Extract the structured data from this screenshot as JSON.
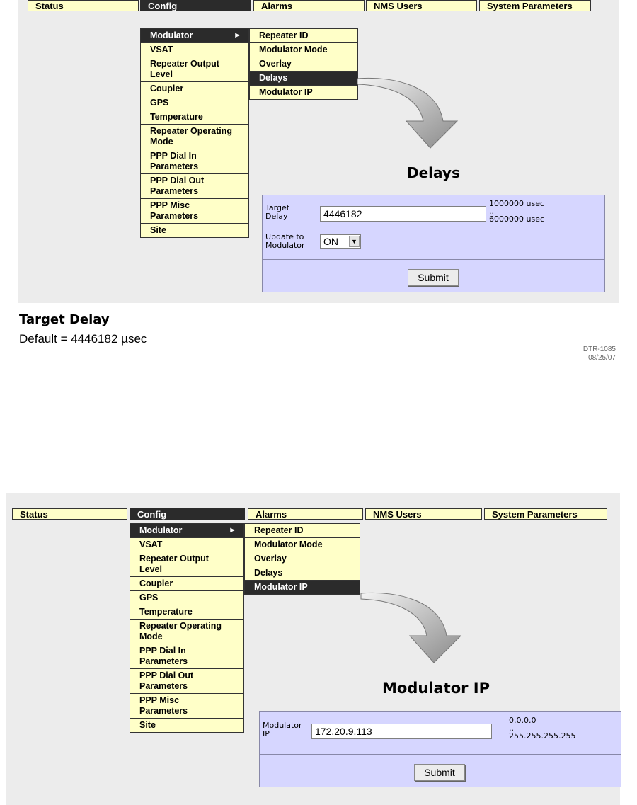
{
  "nav": {
    "tabs": [
      "Status",
      "Config",
      "Alarms",
      "NMS Users",
      "System Parameters"
    ],
    "active": "Config"
  },
  "config_menu": [
    [
      "Modulator"
    ],
    [
      "VSAT"
    ],
    [
      "Repeater Output",
      "Level"
    ],
    [
      "Coupler"
    ],
    [
      "GPS"
    ],
    [
      "Temperature"
    ],
    [
      "Repeater Operating",
      "Mode"
    ],
    [
      "PPP Dial In",
      "Parameters"
    ],
    [
      "PPP Dial Out",
      "Parameters"
    ],
    [
      "PPP Misc",
      "Parameters"
    ],
    [
      "Site"
    ]
  ],
  "modulator_arrow": "►",
  "modulator_submenu": [
    "Repeater ID",
    "Modulator Mode",
    "Overlay",
    "Delays",
    "Modulator IP"
  ],
  "icons": {
    "submenu": "triangle-right-icon",
    "flow": "curved-arrow-icon",
    "dropdown": "chevron-down-icon"
  },
  "colors": {
    "menu_bg": "#ffffc8",
    "active_bg": "#2b2b2b",
    "form_bg": "#d6d6ff",
    "panel_bg": "#ececec"
  },
  "screen1": {
    "selected_item": "Delays",
    "form_title": "Delays",
    "target_delay_label": [
      "Target",
      "Delay"
    ],
    "target_delay_value": "4446182",
    "range_min": "1000000 usec",
    "range_dots": "..",
    "range_max": "6000000 usec",
    "update_label": [
      "Update to",
      "Modulator"
    ],
    "update_value": "ON",
    "submit_label": "Submit"
  },
  "caption": {
    "title": "Target Delay",
    "text": "Default = 4446182 µsec"
  },
  "doc_ref": [
    "DTR-1085",
    "08/25/07"
  ],
  "screen2": {
    "selected_item": "Modulator IP",
    "form_title": "Modulator IP",
    "ip_label": [
      "Modulator",
      "IP"
    ],
    "ip_value": "172.20.9.113",
    "range_min": "0.0.0.0",
    "range_dots": "..",
    "range_max": "255.255.255.255",
    "submit_label": "Submit"
  }
}
